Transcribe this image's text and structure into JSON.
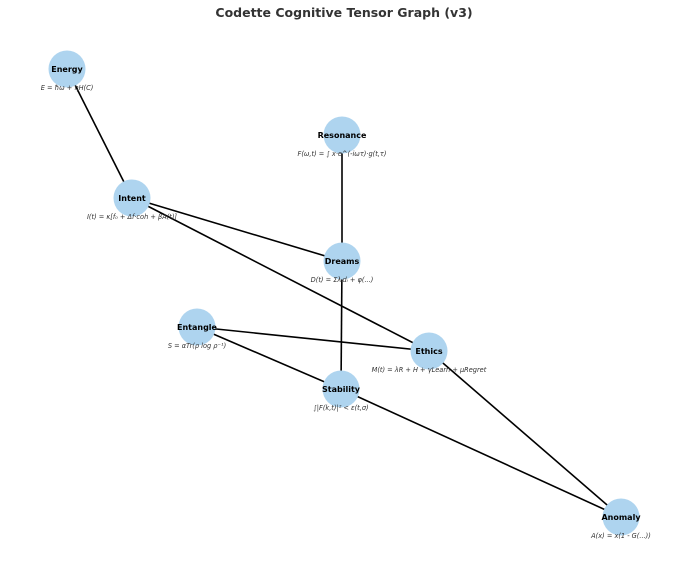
{
  "title": "Codette Cognitive Tensor Graph (v3)",
  "colors": {
    "node_fill": "#aed4ef",
    "edge": "#000000",
    "title": "#333333",
    "formula": "#333333"
  },
  "nodes": [
    {
      "id": "energy",
      "label": "Energy",
      "formula": "E = ħω + ηH(C)"
    },
    {
      "id": "resonance",
      "label": "Resonance",
      "formula": "F(ω,t) = ∫ x·e^(-iωτ)·g(t,τ)"
    },
    {
      "id": "intent",
      "label": "Intent",
      "formula": "I(t) = κ[f₀ + Δf·coh + βA(t)]"
    },
    {
      "id": "dreams",
      "label": "Dreams",
      "formula": "D(t) = Σλᵢdᵢ + φ(...)"
    },
    {
      "id": "entangle",
      "label": "Entangle",
      "formula": "S = αTr(ρ log ρ⁻¹)"
    },
    {
      "id": "ethics",
      "label": "Ethics",
      "formula": "M(t) = λR + H + γLearn + μRegret"
    },
    {
      "id": "stability",
      "label": "Stability",
      "formula": "∫|F(k,t)|² < ε(t,σ)"
    },
    {
      "id": "anomaly",
      "label": "Anomaly",
      "formula": "A(x) = x(1 - G(...))"
    }
  ],
  "edges": [
    [
      "energy",
      "intent"
    ],
    [
      "resonance",
      "dreams"
    ],
    [
      "intent",
      "dreams"
    ],
    [
      "intent",
      "ethics"
    ],
    [
      "dreams",
      "stability"
    ],
    [
      "entangle",
      "ethics"
    ],
    [
      "entangle",
      "stability"
    ],
    [
      "ethics",
      "anomaly"
    ],
    [
      "stability",
      "anomaly"
    ]
  ]
}
